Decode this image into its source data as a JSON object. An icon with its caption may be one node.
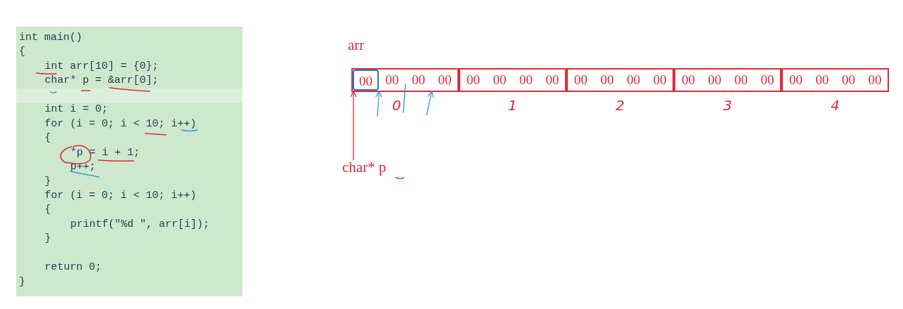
{
  "diagram": {
    "nodes": [
      {
        "text": [
          "int main()",
          "{",
          "int arr[10] = {0};",
          "char* p = &arr[0];",
          "int i = 0;",
          "for (i = 0; i < 10; i++)",
          "{",
          "*p = i + 1;",
          "p++;",
          "}",
          "for (i = 0; i < 10; i++)",
          "{",
          "printf(\"%d \", arr[i]);",
          "}",
          "return 0;",
          "}"
        ]
      },
      {
        "text": [],
        "shape": "box",
        "beside": [
          "0"
        ]
      },
      {
        "text": [
          "00"
        ],
        "in": 1
      },
      {
        "text": [
          "00"
        ],
        "in": 1
      },
      {
        "text": [
          "00"
        ],
        "in": 1
      },
      {
        "text": [
          "00"
        ],
        "in": 1
      },
      {
        "text": [],
        "shape": "box",
        "beside": [
          "1"
        ]
      },
      {
        "text": [
          "00"
        ],
        "in": 6
      },
      {
        "text": [
          "00"
        ],
        "in": 6
      },
      {
        "text": [
          "00"
        ],
        "in": 6
      },
      {
        "text": [
          "00"
        ],
        "in": 6
      },
      {
        "text": [],
        "shape": "box",
        "beside": [
          "2"
        ]
      },
      {
        "text": [
          "00"
        ],
        "in": 11
      },
      {
        "text": [
          "00"
        ],
        "in": 11
      },
      {
        "text": [
          "00"
        ],
        "in": 11
      },
      {
        "text": [
          "00"
        ],
        "in": 11
      },
      {
        "text": [],
        "shape": "box",
        "beside": [
          "3"
        ]
      },
      {
        "text": [
          "00"
        ],
        "in": 16
      },
      {
        "text": [
          "00"
        ],
        "in": 16
      },
      {
        "text": [
          "00"
        ],
        "in": 16
      },
      {
        "text": [
          "00"
        ],
        "in": 16
      },
      {
        "text": [],
        "shape": "box",
        "beside": [
          "4"
        ]
      },
      {
        "text": [
          "00"
        ],
        "in": 21
      },
      {
        "text": [
          "00"
        ],
        "in": 21
      },
      {
        "text": [
          "00"
        ],
        "in": 21
      },
      {
        "text": [
          "00"
        ],
        "in": 21
      },
      {
        "text": [
          "char* p"
        ]
      }
    ],
    "edges": [
      {
        "from": 26,
        "to": 2,
        "arrow": "to",
        "color": "#e0283a"
      },
      {
        "from": null,
        "to": 3,
        "arrow": "to"
      },
      {
        "from": null,
        "to": 5,
        "arrow": "to"
      }
    ],
    "labels": [
      "arr"
    ]
  }
}
